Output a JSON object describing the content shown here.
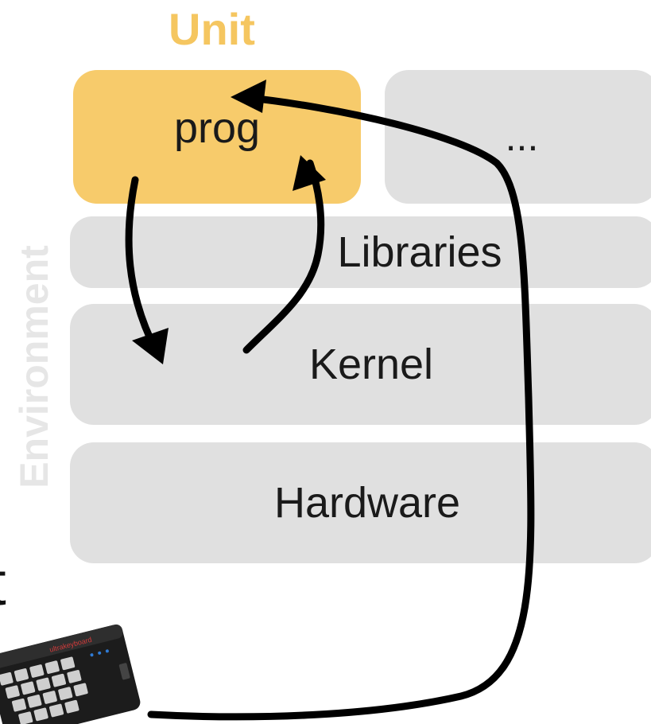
{
  "diagram": {
    "unit_title": "Unit",
    "environment_label": "Environment",
    "unit_boxes": {
      "prog": "prog",
      "other": "..."
    },
    "layers": {
      "libraries": "Libraries",
      "kernel": "Kernel",
      "hardware": "Hardware"
    },
    "partial_text": "t",
    "keyboard_brand": "ultrakeyboard"
  },
  "colors": {
    "unit_accent": "#f5c660",
    "prog_fill": "#f7cb6b",
    "layer_fill": "#e0e0e0",
    "arrow": "#000000"
  }
}
